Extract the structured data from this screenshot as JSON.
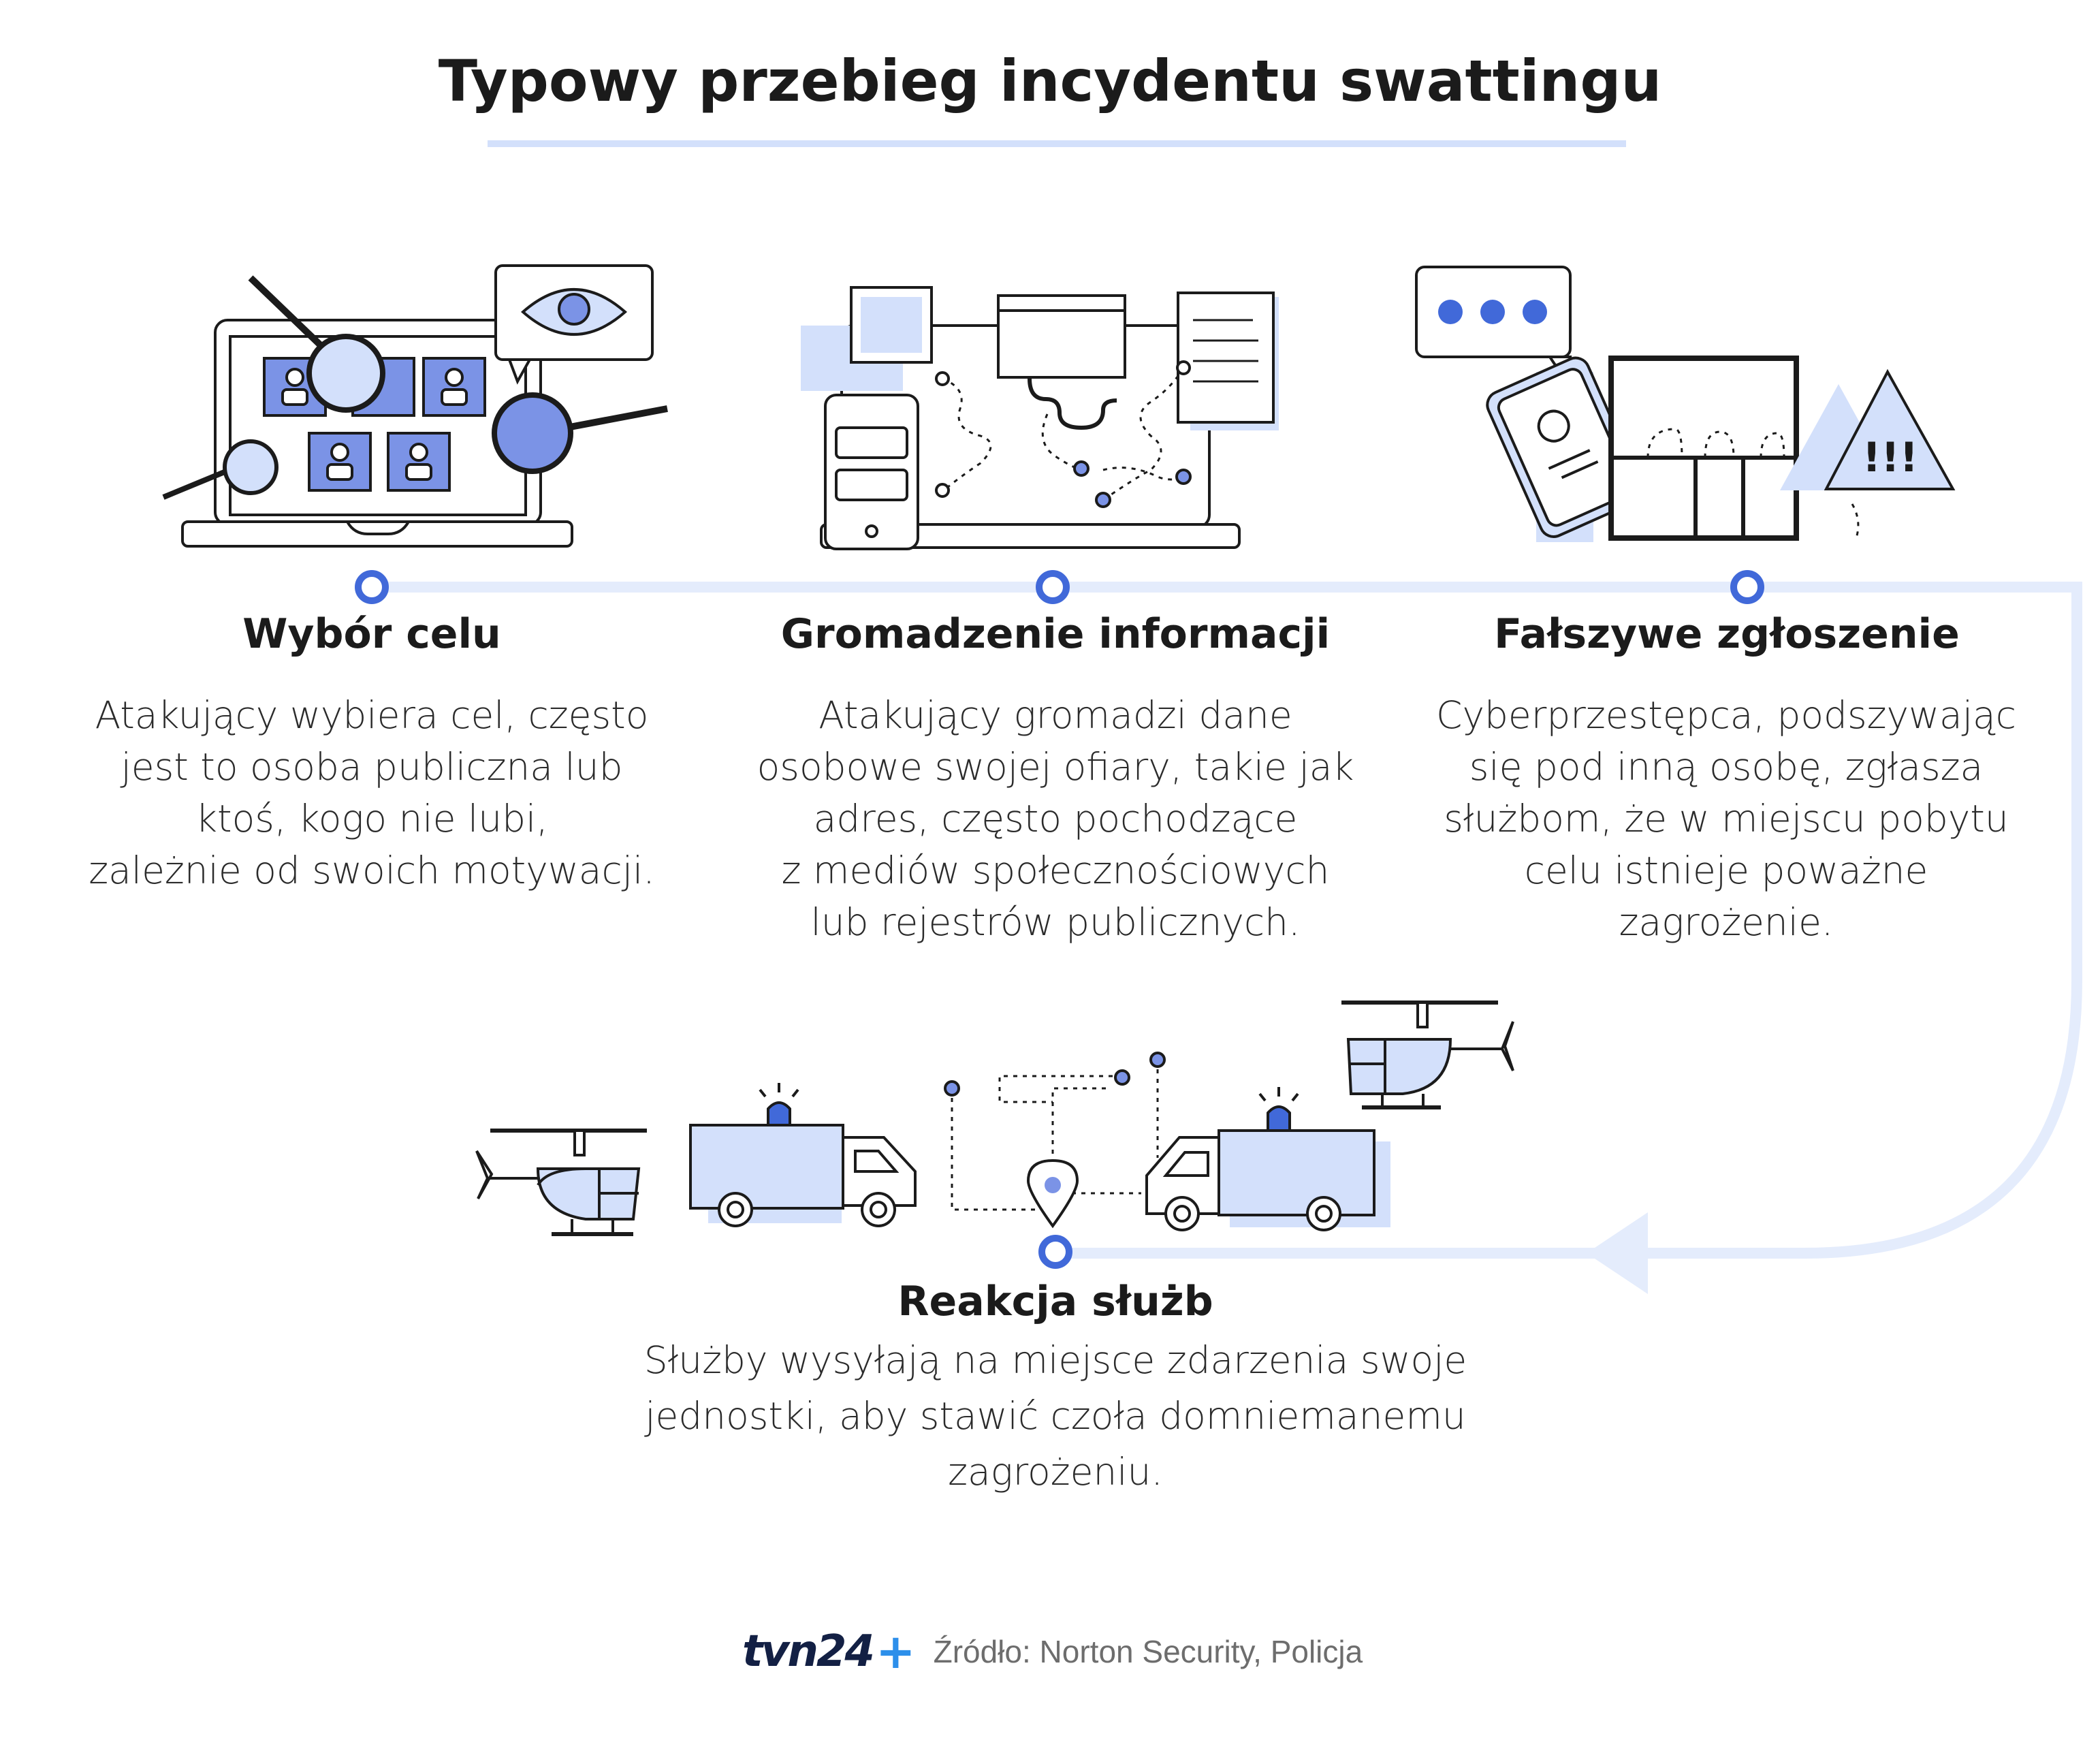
{
  "title": "Typowy przebieg incydentu swattingu",
  "steps": [
    {
      "title": "Wybór celu",
      "description": "Atakujący wybiera cel, często\njest to osoba publiczna lub\nktoś, kogo nie lubi,\nzależnie od swoich motywacji.",
      "icon": "laptop-profiles-magnifier-icon"
    },
    {
      "title": "Gromadzenie informacji",
      "description": "Atakujący gromadzi dane\nosobowe swojej ofiary, takie jak\nadres, często pochodzące\nz mediów społecznościowych\nlub rejestrów publicznych.",
      "icon": "laptop-network-data-icon"
    },
    {
      "title": "Fałszywe zgłoszenie",
      "description": "Cyberprzestępca, podszywając\nsię pod inną osobę, zgłasza\nsłużbom, że w miejscu pobytu\ncelu istnieje poważne\nzagrożenie.",
      "icon": "phone-call-building-warning-icon",
      "warning_text": "!!!"
    },
    {
      "title": "Reakcja służb",
      "description": "Służby wysyłają na miejsce zdarzenia swoje\njednostki, aby stawić czoła domniemanemu\nzagrożeniu.",
      "icon": "police-vans-helicopters-icon"
    }
  ],
  "footer": {
    "logo": "tvn24",
    "logo_plus": "+",
    "source": "Źródło: Norton Security, Policja"
  },
  "colors": {
    "accent": "#4169d9",
    "light_blue": "#d3e0fb",
    "mid_blue": "#7b93e6",
    "outline": "#1b1b1b",
    "logo_navy": "#132044",
    "logo_plus": "#2d8fea"
  }
}
